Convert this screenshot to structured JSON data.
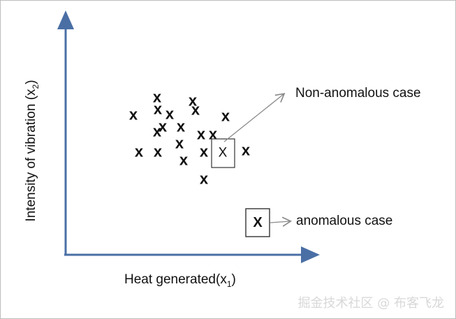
{
  "axes": {
    "y_label": "Intensity of vibration (x",
    "y_sub": "2",
    "y_close": ")",
    "x_label": "Heat generated(x",
    "x_sub": "1",
    "x_close": ")",
    "axis_color": "#4a6fa5"
  },
  "marker_glyph": "X",
  "normal_points": [
    [
      224,
      138
    ],
    [
      275,
      143
    ],
    [
      190,
      163
    ],
    [
      225,
      155
    ],
    [
      279,
      156
    ],
    [
      242,
      162
    ],
    [
      322,
      165
    ],
    [
      232,
      180
    ],
    [
      258,
      180
    ],
    [
      224,
      187
    ],
    [
      287,
      191
    ],
    [
      304,
      191
    ],
    [
      256,
      204
    ],
    [
      198,
      216
    ],
    [
      225,
      216
    ],
    [
      291,
      216
    ],
    [
      351,
      214
    ],
    [
      262,
      228
    ],
    [
      291,
      255
    ]
  ],
  "highlighted_normal_point": [
    318,
    218
  ],
  "anomalous_point": [
    368,
    318
  ],
  "annotations": {
    "non_anomalous": "Non-anomalous case",
    "anomalous": "anomalous case"
  },
  "watermark": "掘金技术社区 @ 布客飞龙"
}
